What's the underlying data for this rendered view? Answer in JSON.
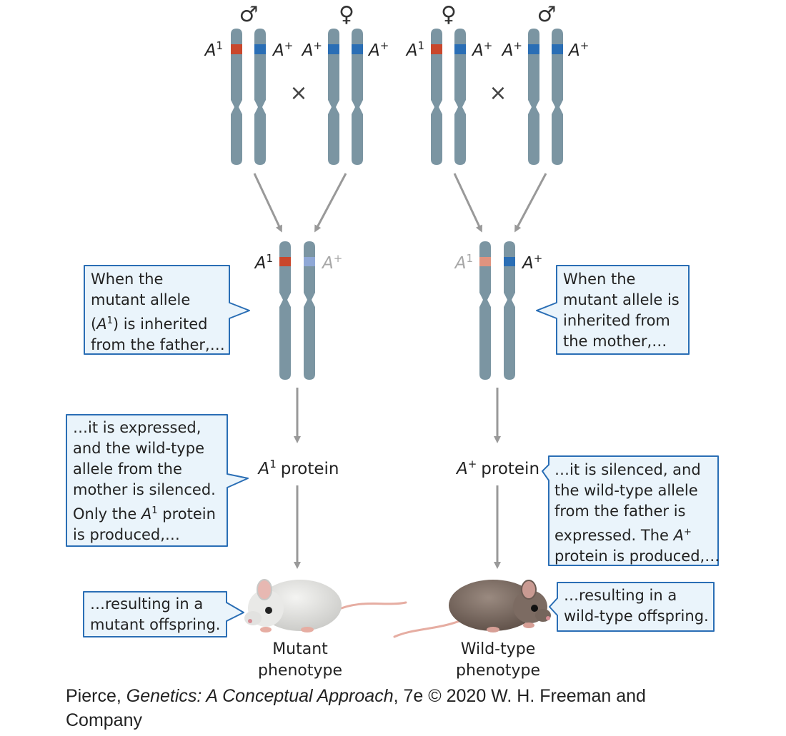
{
  "colors": {
    "chromosome": "#7b95a2",
    "maternal_allele": "#2a6eb5",
    "paternal_allele": "#c9472c",
    "silenced_paternal": "#e0937f",
    "silenced_maternal": "#8fa8d6",
    "silenced_text": "#a7a7a7",
    "arrow": "#999999",
    "callout_border": "#2a6eb5",
    "callout_fill": "#eaf4fb"
  },
  "parents": {
    "left_cross": {
      "male_symbol": "♂",
      "female_symbol": "♀",
      "male_alleles": {
        "left": "A",
        "left_sup": "1",
        "right": "A",
        "right_sup": "+"
      },
      "female_alleles": {
        "left": "A",
        "left_sup": "+",
        "right": "A",
        "right_sup": "+"
      },
      "cross": "×"
    },
    "right_cross": {
      "female_symbol": "♀",
      "male_symbol": "♂",
      "female_alleles": {
        "left": "A",
        "left_sup": "1",
        "right": "A",
        "right_sup": "+"
      },
      "male_alleles": {
        "left": "A",
        "left_sup": "+",
        "right": "A",
        "right_sup": "+"
      },
      "cross": "×"
    }
  },
  "offspring": {
    "left": {
      "allele1": "A",
      "allele1_sup": "1",
      "allele2": "A",
      "allele2_sup": "+"
    },
    "right": {
      "allele1": "A",
      "allele1_sup": "1",
      "allele2": "A",
      "allele2_sup": "+"
    }
  },
  "proteins": {
    "left": {
      "allele": "A",
      "sup": "1",
      "label": "protein"
    },
    "right": {
      "allele": "A",
      "sup": "+",
      "label": "protein"
    }
  },
  "callouts": {
    "paternal_inherit": {
      "line1": "When the",
      "line2": "mutant allele",
      "line3_pre": "(",
      "line3_allele": "A",
      "line3_sup": "1",
      "line3_post": ") is inherited",
      "line4": "from the father,…"
    },
    "maternal_inherit": {
      "line1": "When the",
      "line2": "mutant allele is",
      "line3": "inherited from",
      "line4": "the mother,…"
    },
    "expressed": {
      "line1": "…it is expressed,",
      "line2": "and the wild-type",
      "line3": "allele from the",
      "line4": "mother is silenced.",
      "line5_pre": "Only the ",
      "line5_allele": "A",
      "line5_sup": "1",
      "line5_post": " protein",
      "line6": "is produced,…"
    },
    "silenced": {
      "line1": "…it is silenced, and",
      "line2": "the wild-type allele",
      "line3": "from the father is",
      "line4_pre": "expressed. The ",
      "line4_allele": "A",
      "line4_sup": "+",
      "line5": "protein is produced,…"
    },
    "mutant_result": {
      "line1": "…resulting in a",
      "line2": "mutant offspring."
    },
    "wildtype_result": {
      "line1": "…resulting in a",
      "line2": "wild-type offspring."
    }
  },
  "phenotypes": {
    "left": {
      "line1": "Mutant",
      "line2": "phenotype"
    },
    "right": {
      "line1": "Wild-type",
      "line2": "phenotype"
    }
  },
  "credit": {
    "author": "Pierce, ",
    "title": "Genetics: A Conceptual Approach",
    "rest": ", 7e © 2020 W. H. Freeman and",
    "line2": "Company"
  }
}
